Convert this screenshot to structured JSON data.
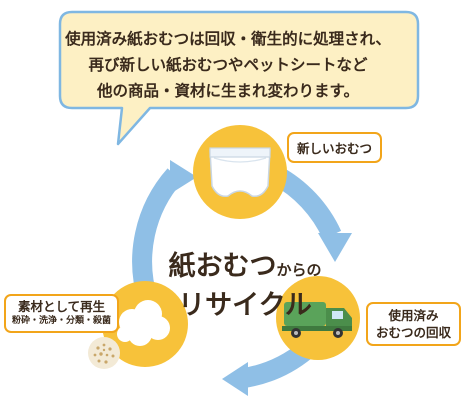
{
  "bubble": {
    "lines": [
      "使用済み紙おむつは回収・衛生的に処理され、",
      "再び新しい紙おむつやペットシートなど",
      "他の商品・資材に生まれ変わります。"
    ]
  },
  "center": {
    "title_part1": "紙おむつ",
    "title_part2": "からの",
    "title_line2": "リサイクル"
  },
  "stages": {
    "new_diaper": {
      "label": "新しいおむつ",
      "icon": "diaper-icon"
    },
    "collection": {
      "line1": "使用済み",
      "line2": "おむつの回収",
      "icon": "garbage-truck-icon"
    },
    "recycle": {
      "title": "素材として再生",
      "sub": "粉砕・洗浄・分類・殺菌",
      "icon": "cotton-pulp-icon"
    }
  },
  "colors": {
    "cycle_arrow": "#8fbfe6",
    "bubble_fill": "#fdf0c4",
    "bubble_border": "#7fb7e2",
    "circle_fill": "#f7c23a",
    "label_border": "#f2a51a",
    "truck": "#5aa35a"
  }
}
